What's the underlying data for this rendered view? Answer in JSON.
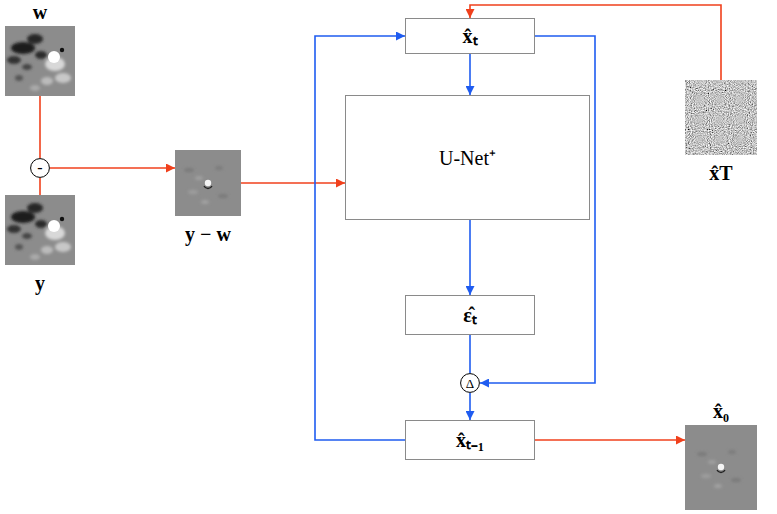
{
  "diagram": {
    "nodes": [
      {
        "text": [
          "w"
        ]
      },
      {
        "text": [
          "-"
        ]
      },
      {
        "text": [
          "y"
        ]
      },
      {
        "text": [
          "y − w"
        ]
      },
      {
        "text": [
          "x̂ₜ"
        ]
      },
      {
        "text": [
          "U-Net⁺"
        ]
      },
      {
        "text": [
          "ε̂ₜ"
        ]
      },
      {
        "text": [
          "Δ"
        ]
      },
      {
        "text": [
          "x̂ₜ₋₁"
        ]
      },
      {
        "text": [
          "x̂T"
        ]
      },
      {
        "text": [
          "x̂₀"
        ]
      }
    ],
    "edges": [
      {
        "from": 0,
        "to": 1,
        "arrow": "none"
      },
      {
        "from": 2,
        "to": 1,
        "arrow": "none"
      },
      {
        "from": 1,
        "to": 3,
        "arrow": "to"
      },
      {
        "from": 3,
        "to": 5,
        "arrow": "to"
      },
      {
        "from": 9,
        "to": 4,
        "arrow": "to"
      },
      {
        "from": 4,
        "to": 5,
        "arrow": "to"
      },
      {
        "from": 5,
        "to": 6,
        "arrow": "to"
      },
      {
        "from": 6,
        "to": 7,
        "arrow": "none"
      },
      {
        "from": 4,
        "to": 7,
        "arrow": "to"
      },
      {
        "from": 8,
        "to": 4,
        "arrow": "to"
      },
      {
        "from": 7,
        "to": 8,
        "arrow": "to"
      },
      {
        "from": 8,
        "to": 10,
        "arrow": "to"
      }
    ]
  }
}
